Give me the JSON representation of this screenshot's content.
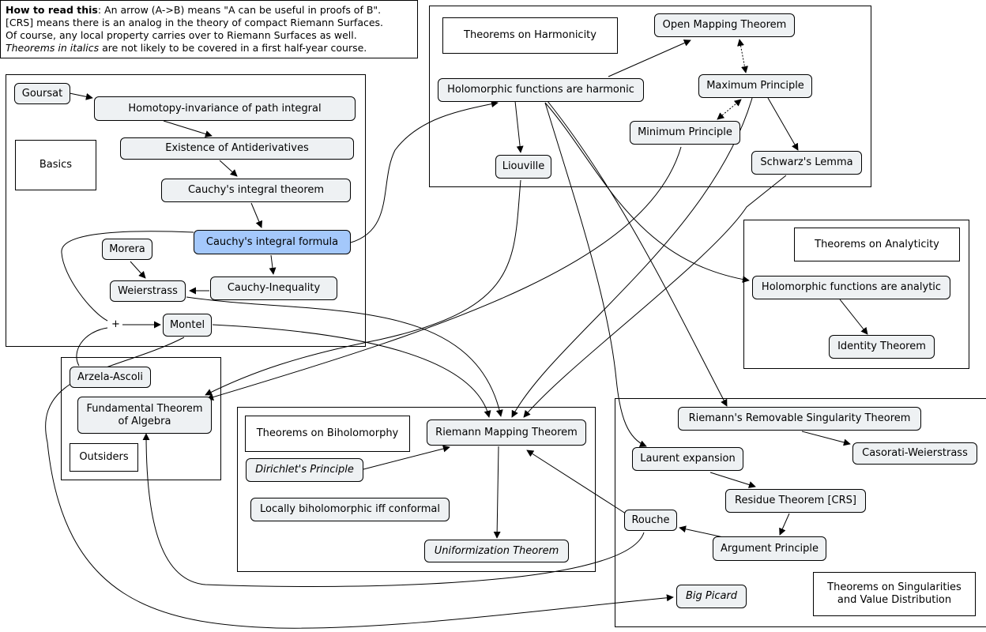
{
  "legend": {
    "line1_bold": "How to read this",
    "line1_rest": ": An arrow (A->B) means \"A can be useful in proofs of B\".",
    "line2": "[CRS] means there is an analog in the theory of compact Riemann Surfaces.",
    "line3": "Of course, any local property carries over to Riemann Surfaces as well.",
    "line4_italic": "Theorems in italics",
    "line4_rest": " are not likely to be covered in a first half-year course."
  },
  "groups": {
    "basics": "Basics",
    "harmonicity": "Theorems on Harmonicity",
    "analyticity": "Theorems on Analyticity",
    "outsiders": "Outsiders",
    "biholomorphy": "Theorems on Biholomorphy",
    "singularities": "Theorems on Singularities and Value Distribution"
  },
  "nodes": {
    "goursat": "Goursat",
    "homotopy": "Homotopy-invariance of path integral",
    "antiderivatives": "Existence of Antiderivatives",
    "cauchy_theorem": "Cauchy's integral theorem",
    "cauchy_formula": "Cauchy's integral formula",
    "morera": "Morera",
    "weierstrass": "Weierstrass",
    "cauchy_inequality": "Cauchy-Inequality",
    "plus": "+",
    "montel": "Montel",
    "arzela": "Arzela-Ascoli",
    "fta": "Fundamental Theorem of Algebra",
    "holo_harmonic": "Holomorphic functions are harmonic",
    "open_mapping": "Open Mapping Theorem",
    "maximum": "Maximum Principle",
    "minimum": "Minimum Principle",
    "liouville": "Liouville",
    "schwarz": "Schwarz's Lemma",
    "holo_analytic": "Holomorphic functions are analytic",
    "identity": "Identity Theorem",
    "riemann_mapping": "Riemann Mapping Theorem",
    "dirichlet": "Dirichlet's Principle",
    "locally_biholo": "Locally biholomorphic iff conformal",
    "uniformization": "Uniformization Theorem",
    "removable": "Riemann's Removable Singularity Theorem",
    "casorati": "Casorati-Weierstrass",
    "laurent": "Laurent expansion",
    "residue": "Residue Theorem [CRS]",
    "rouche": "Rouche",
    "argument": "Argument Principle",
    "big_picard": "Big Picard"
  }
}
